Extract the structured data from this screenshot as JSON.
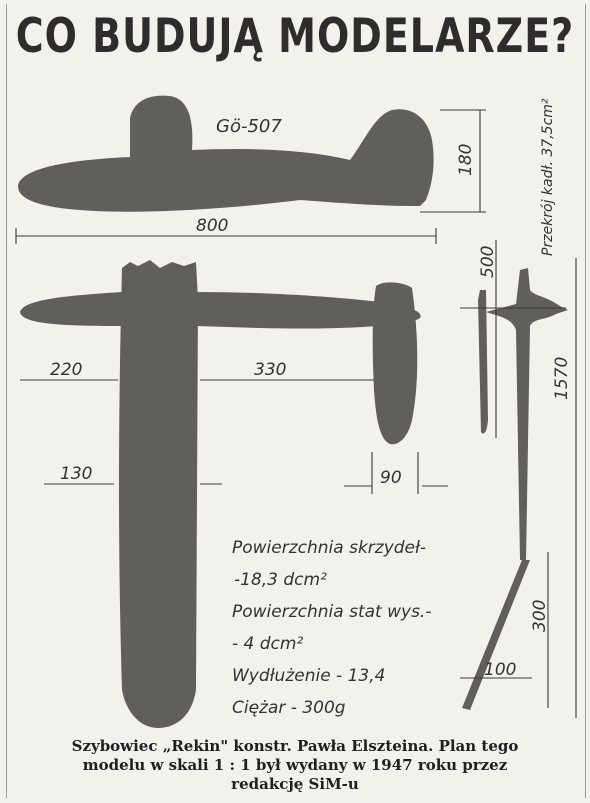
{
  "headline": "CO BUDUJĄ MODELARZE?",
  "model_name": "Gö-507",
  "dimensions": {
    "fuselage_length": "800",
    "tail_height": "180",
    "section_note": "Przekrój kadł. 37,5cm²",
    "half_span": "500",
    "wing_tip": "220",
    "tail_span": "330",
    "chord": "130",
    "tail_chord": "90",
    "span": "1570",
    "dihedral_height": "300",
    "dihedral_base": "100"
  },
  "specs": [
    "Powierzchnia skrzydeł-",
    "-18,3 dcm²",
    "Powierzchnia stat wys.-",
    "- 4 dcm²",
    "Wydłużenie - 13,4",
    "Ciężar - 300g"
  ],
  "caption_lines": [
    "Szybowiec „Rekin\" konstr. Pawła Elszteina. Plan tego",
    "modelu w skali 1 : 1 był wydany w 1947 roku przez",
    "redakcję SiM-u"
  ]
}
